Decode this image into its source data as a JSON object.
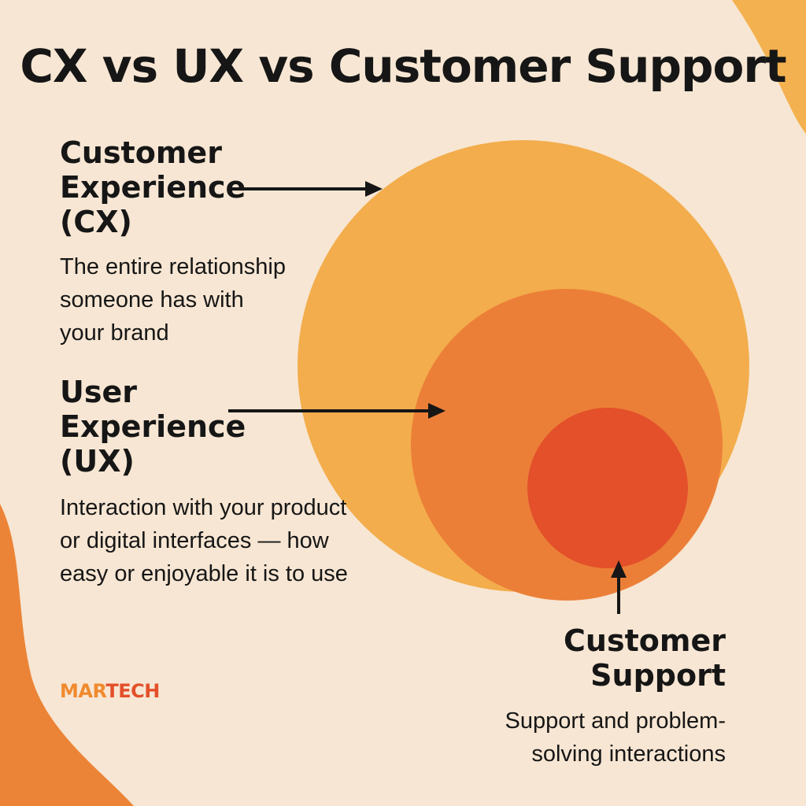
{
  "title": "CX vs UX vs Customer Support",
  "colors": {
    "background": "#f7e6d3",
    "cx_circle": "#f3ad4c",
    "ux_circle": "#ec7f38",
    "support_circle": "#e3502a",
    "corner_blob": "#eb8436",
    "text": "#161616",
    "logo_accent": "#f08a2e"
  },
  "sections": {
    "cx": {
      "heading": "Customer\nExperience\n(CX)",
      "description": "The entire relationship\nsomeone has with\nyour brand"
    },
    "ux": {
      "heading": "User\nExperience\n(UX)",
      "description": "Interaction with your product\nor digital interfaces — how\neasy or enjoyable it is to use"
    },
    "support": {
      "heading": "Customer\nSupport",
      "description": "Support and problem-\nsolving interactions"
    }
  },
  "logo": {
    "part1": "MAR",
    "part2": "TECH"
  }
}
